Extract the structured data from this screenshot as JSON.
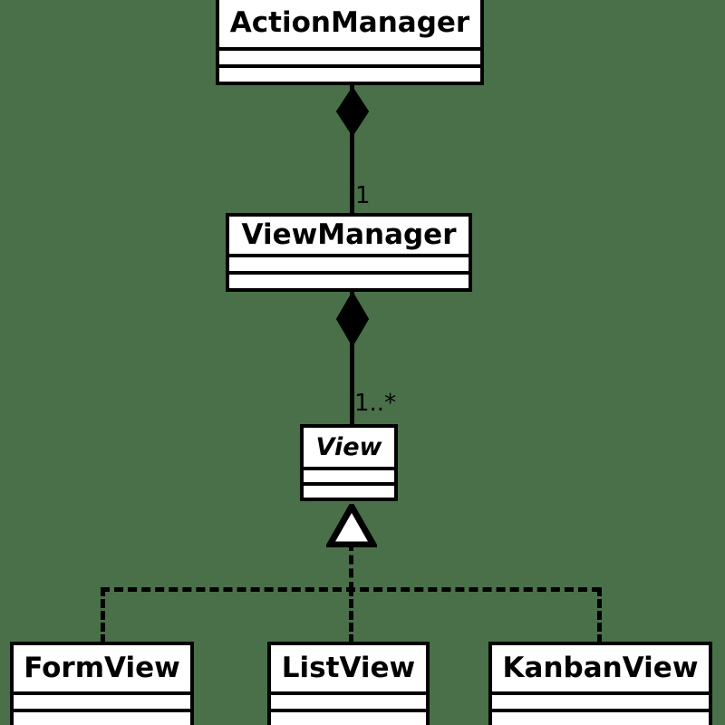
{
  "diagram": {
    "kind": "uml-class-diagram",
    "background_color": "#4a7049",
    "line_color": "#000000",
    "box_fill_color": "#ffffff",
    "classes": [
      {
        "id": "action-manager",
        "name": "ActionManager",
        "abstract": false,
        "compartments": [
          "attributes",
          "operations"
        ]
      },
      {
        "id": "view-manager",
        "name": "ViewManager",
        "abstract": false,
        "compartments": [
          "attributes",
          "operations"
        ]
      },
      {
        "id": "view",
        "name": "View",
        "abstract": true,
        "compartments": [
          "attributes",
          "operations"
        ]
      },
      {
        "id": "form-view",
        "name": "FormView",
        "abstract": false,
        "compartments": [
          "attributes",
          "operations"
        ]
      },
      {
        "id": "list-view",
        "name": "ListView",
        "abstract": false,
        "compartments": [
          "attributes",
          "operations"
        ]
      },
      {
        "id": "kanban-view",
        "name": "KanbanView",
        "abstract": false,
        "compartments": [
          "attributes",
          "operations"
        ]
      }
    ],
    "relationships": [
      {
        "id": "rel-action-view-manager",
        "type": "composition",
        "from": "action-manager",
        "to": "view-manager",
        "multiplicity": "1",
        "diamond": "filled"
      },
      {
        "id": "rel-view-manager-view",
        "type": "composition",
        "from": "view-manager",
        "to": "view",
        "multiplicity": "1..*",
        "diamond": "filled"
      },
      {
        "id": "rel-form-view-view",
        "type": "generalization",
        "from": "form-view",
        "to": "view",
        "line_style": "dashed",
        "arrow": "hollow-triangle"
      },
      {
        "id": "rel-list-view-view",
        "type": "generalization",
        "from": "list-view",
        "to": "view",
        "line_style": "dashed",
        "arrow": "hollow-triangle"
      },
      {
        "id": "rel-kanban-view-view",
        "type": "generalization",
        "from": "kanban-view",
        "to": "view",
        "line_style": "dashed",
        "arrow": "hollow-triangle"
      }
    ],
    "multiplicity_labels": [
      {
        "id": "mult-1",
        "text": "1"
      },
      {
        "id": "mult-1-star",
        "text": "1..*"
      }
    ]
  }
}
